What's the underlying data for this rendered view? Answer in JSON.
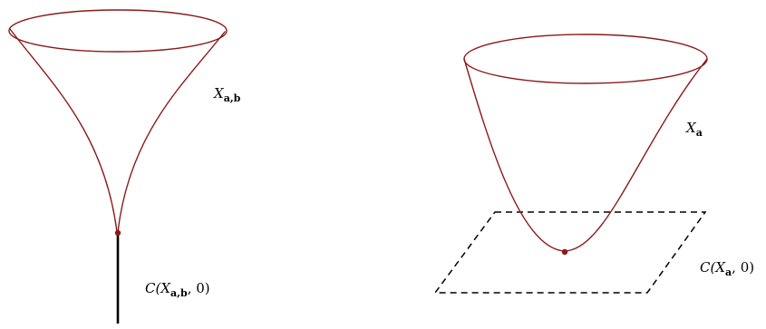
{
  "left_figure": {
    "surface_label": {
      "var": "X",
      "subscript": "a,b"
    },
    "cone_label": {
      "prefix": "C(",
      "var": "X",
      "subscript": "a,b",
      "suffix": ", 0)"
    }
  },
  "right_figure": {
    "surface_label": {
      "var": "X",
      "subscript": "a"
    },
    "cone_label": {
      "prefix": "C(",
      "var": "X",
      "subscript": "a",
      "suffix": ", 0)"
    }
  },
  "colors": {
    "surface": "#8b1a1a",
    "apex_point": "#8b1a1a",
    "cone_line": "#000000",
    "plane_dashes": "#000000"
  }
}
